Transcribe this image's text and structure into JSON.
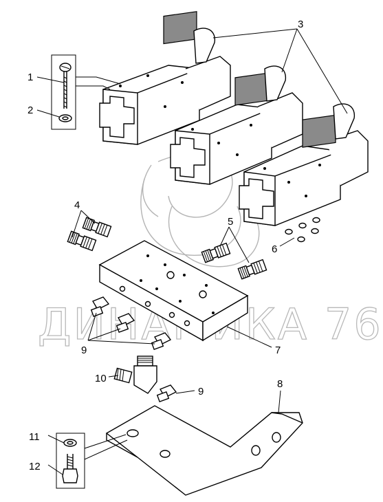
{
  "watermark": {
    "text": "ДИНАМИКА 76"
  },
  "callouts": [
    "1",
    "2",
    "3",
    "4",
    "5",
    "6",
    "7",
    "8",
    "9",
    "9",
    "10",
    "11",
    "12"
  ],
  "colors": {
    "line": "#000000",
    "watermark": "#b8b8b8",
    "stipple": "#8a8a8a"
  }
}
